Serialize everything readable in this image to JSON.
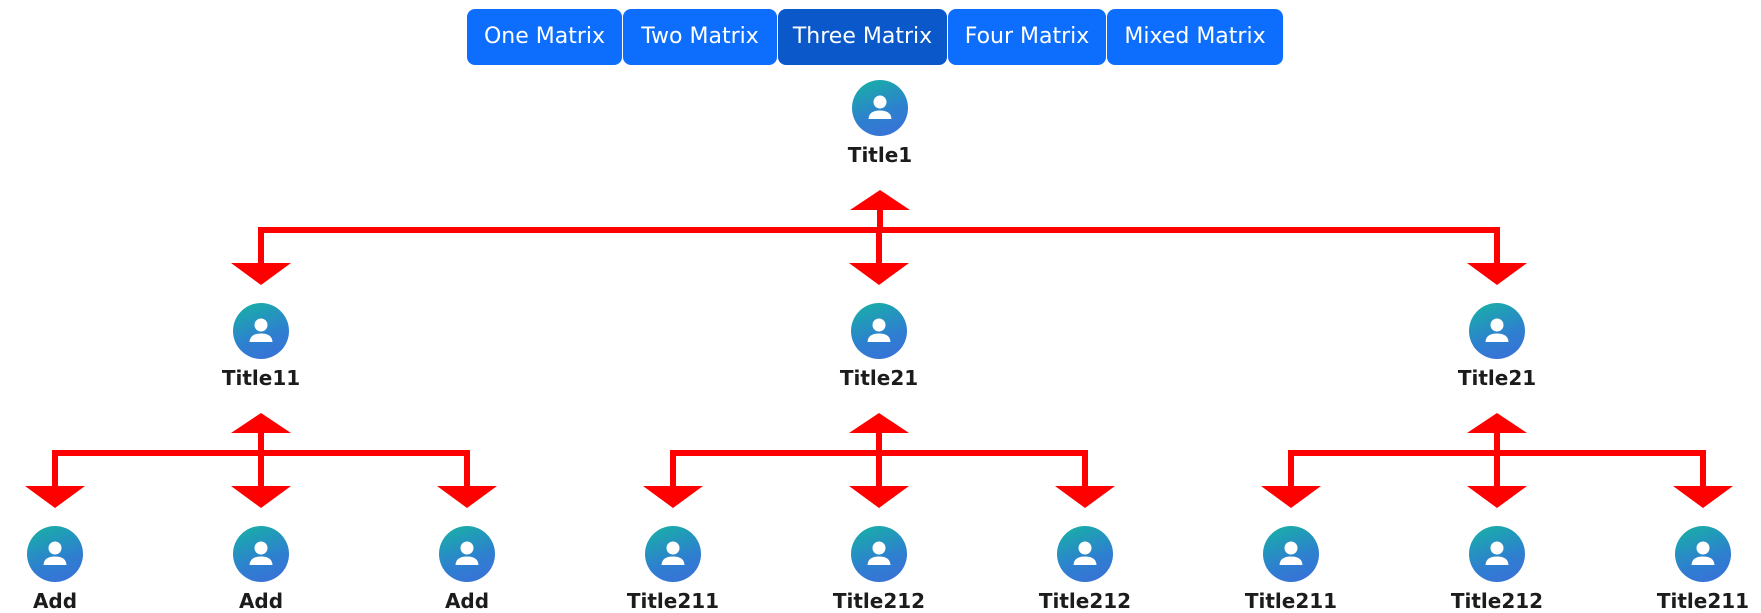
{
  "tabs": [
    {
      "label": "One Matrix",
      "active": false
    },
    {
      "label": "Two Matrix",
      "active": false
    },
    {
      "label": "Three Matrix",
      "active": true
    },
    {
      "label": "Four Matrix",
      "active": false
    },
    {
      "label": "Mixed Matrix",
      "active": false
    }
  ],
  "colors": {
    "tab": "#0d6efd",
    "tab_active": "#0a58ca",
    "connector": "#ff0000",
    "avatar_from": "#16b3a3",
    "avatar_to": "#3a6fd8"
  },
  "tree": {
    "title": "Title1",
    "children": [
      {
        "title": "Title11",
        "children": [
          {
            "title": "Add"
          },
          {
            "title": "Add"
          },
          {
            "title": "Add"
          }
        ]
      },
      {
        "title": "Title21",
        "children": [
          {
            "title": "Title211"
          },
          {
            "title": "Title212"
          },
          {
            "title": "Title212"
          }
        ]
      },
      {
        "title": "Title21",
        "children": [
          {
            "title": "Title211"
          },
          {
            "title": "Title212"
          },
          {
            "title": "Title211"
          }
        ]
      }
    ]
  }
}
